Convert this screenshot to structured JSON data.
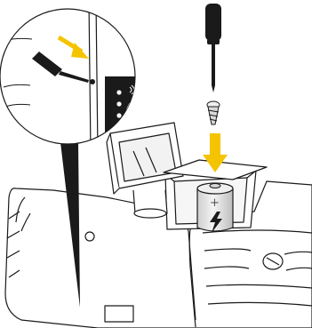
{
  "figure": {
    "kind": "battery installation instruction illustration",
    "battery": {
      "plus_sign": "+",
      "symbol": "lightning-bolt"
    },
    "colors": {
      "outline": "#1a1a1a",
      "arrow": "#f5c400",
      "background": "#ffffff",
      "battery_fill": "#e8e8e8"
    },
    "icons": [
      "screwdriver-icon",
      "screw-icon",
      "battery-icon",
      "arrow-down-icon",
      "arrow-diagonal-icon",
      "magnifier-callout"
    ]
  }
}
